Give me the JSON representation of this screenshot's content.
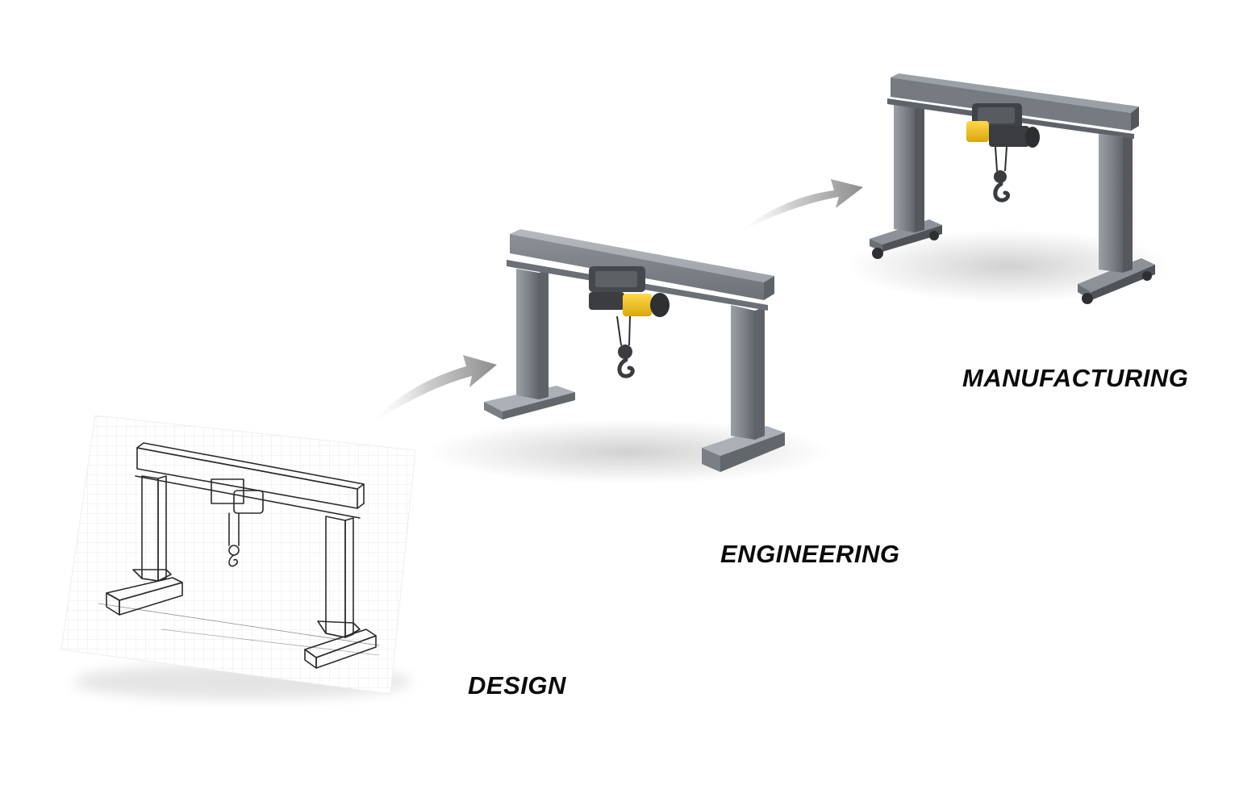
{
  "stages": [
    {
      "id": "design",
      "label": "DESIGN",
      "style": "pencil sketch on grid paper"
    },
    {
      "id": "engineering",
      "label": "ENGINEERING",
      "style": "3D render, fixed base plates"
    },
    {
      "id": "manufacturing",
      "label": "MANUFACTURING",
      "style": "3D render, caster wheels"
    }
  ],
  "colors": {
    "steel": "#8a8f95",
    "steel_dark": "#5e6369",
    "hoist_yellow": "#f2c21a",
    "hoist_dark": "#3b3d40",
    "arrow": "#9c9c9c",
    "sketch_line": "#2b2b2b",
    "grid": "#e2e4e8"
  },
  "icons": [
    "arrow-right-icon",
    "gantry-crane-icon",
    "hook-icon"
  ]
}
